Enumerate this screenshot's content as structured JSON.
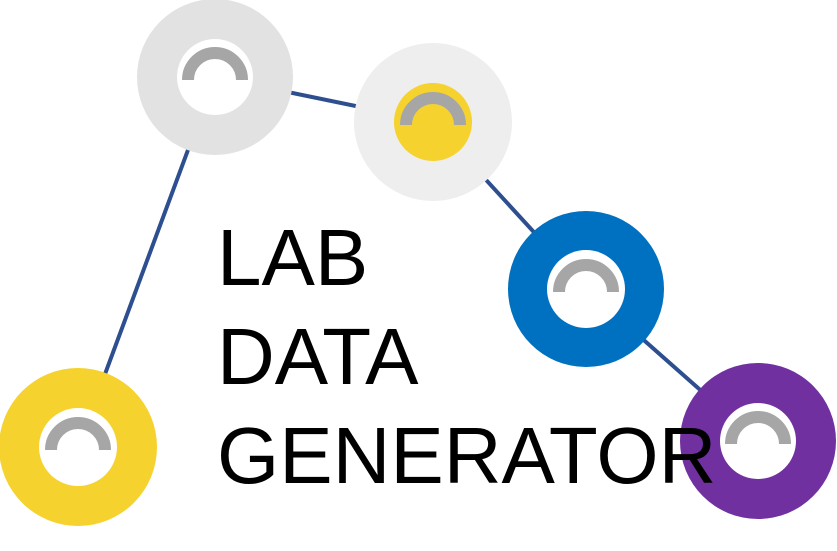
{
  "title": {
    "lines": [
      "LAB",
      "DATA",
      "GENERATOR"
    ]
  },
  "colors": {
    "connector": "#2e4f8f",
    "arc": "#a6a6a6",
    "ring_light_gray": "#e2e2e2",
    "ring_lighter_gray": "#eeeeee",
    "ring_yellow": "#f5d22e",
    "ring_blue": "#0070c0",
    "ring_purple": "#7030a0",
    "inner_white": "#ffffff",
    "inner_yellow": "#f5d22e"
  },
  "nodes": [
    {
      "id": "node-top-left",
      "ring_color": "#e2e2e2",
      "inner_color": "#ffffff",
      "icon": "arc-icon"
    },
    {
      "id": "node-top-middle",
      "ring_color": "#eeeeee",
      "inner_color": "#f5d22e",
      "icon": "arc-icon"
    },
    {
      "id": "node-blue",
      "ring_color": "#0070c0",
      "inner_color": "#ffffff",
      "icon": "arc-icon"
    },
    {
      "id": "node-purple",
      "ring_color": "#7030a0",
      "inner_color": "#ffffff",
      "icon": "arc-icon"
    },
    {
      "id": "node-yellow-bottom-left",
      "ring_color": "#f5d22e",
      "inner_color": "#ffffff",
      "icon": "arc-icon"
    }
  ]
}
